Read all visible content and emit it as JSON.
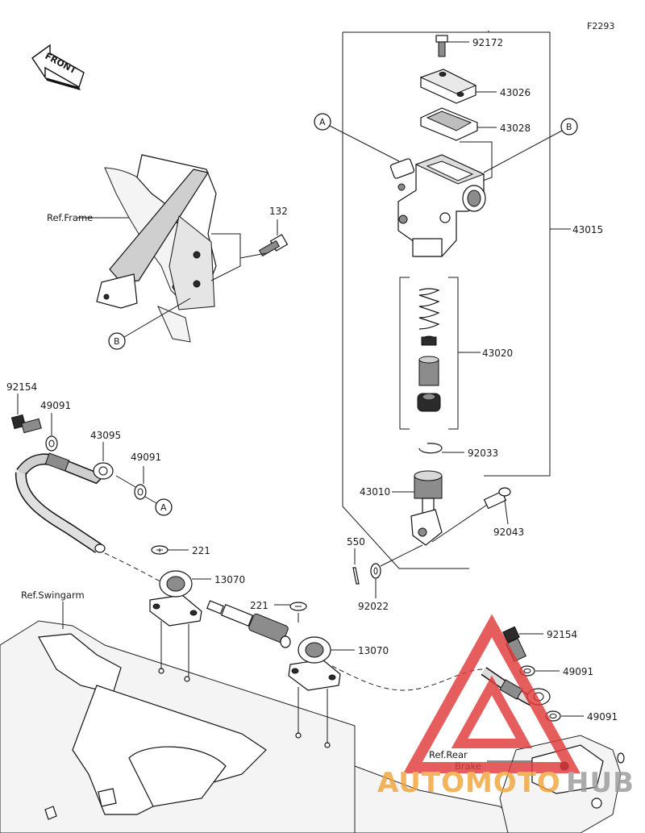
{
  "figure_code": "F2293",
  "front_indicator": "FRONT",
  "callouts": {
    "c92172": "92172",
    "c43026": "43026",
    "c43028": "43028",
    "c43015": "43015",
    "c43020": "43020",
    "c92033": "92033",
    "c43010": "43010",
    "c92043": "92043",
    "c550": "550",
    "c92022": "92022",
    "c132": "132",
    "c92154_top": "92154",
    "c49091_a": "49091",
    "c43095": "43095",
    "c49091_b": "49091",
    "c221_a": "221",
    "c13070_a": "13070",
    "c221_b": "221",
    "c13070_b": "13070",
    "c92154_bot": "92154",
    "c49091_c": "49091",
    "c49091_d": "49091"
  },
  "references": {
    "frame": "Ref.Frame",
    "swingarm": "Ref.Swingarm",
    "rear_brake_line1": "Ref.Rear",
    "rear_brake_line2": "Brake"
  },
  "circle_markers": {
    "a_top": "A",
    "b_top": "B",
    "b_frame": "B",
    "a_hose": "A"
  },
  "watermark": {
    "text_part1": "AUTOMOTO",
    "text_part2": "HUB",
    "color_orange": "#f0a53a",
    "color_red": "#e03a3a",
    "color_gray": "#9a9a9a"
  }
}
